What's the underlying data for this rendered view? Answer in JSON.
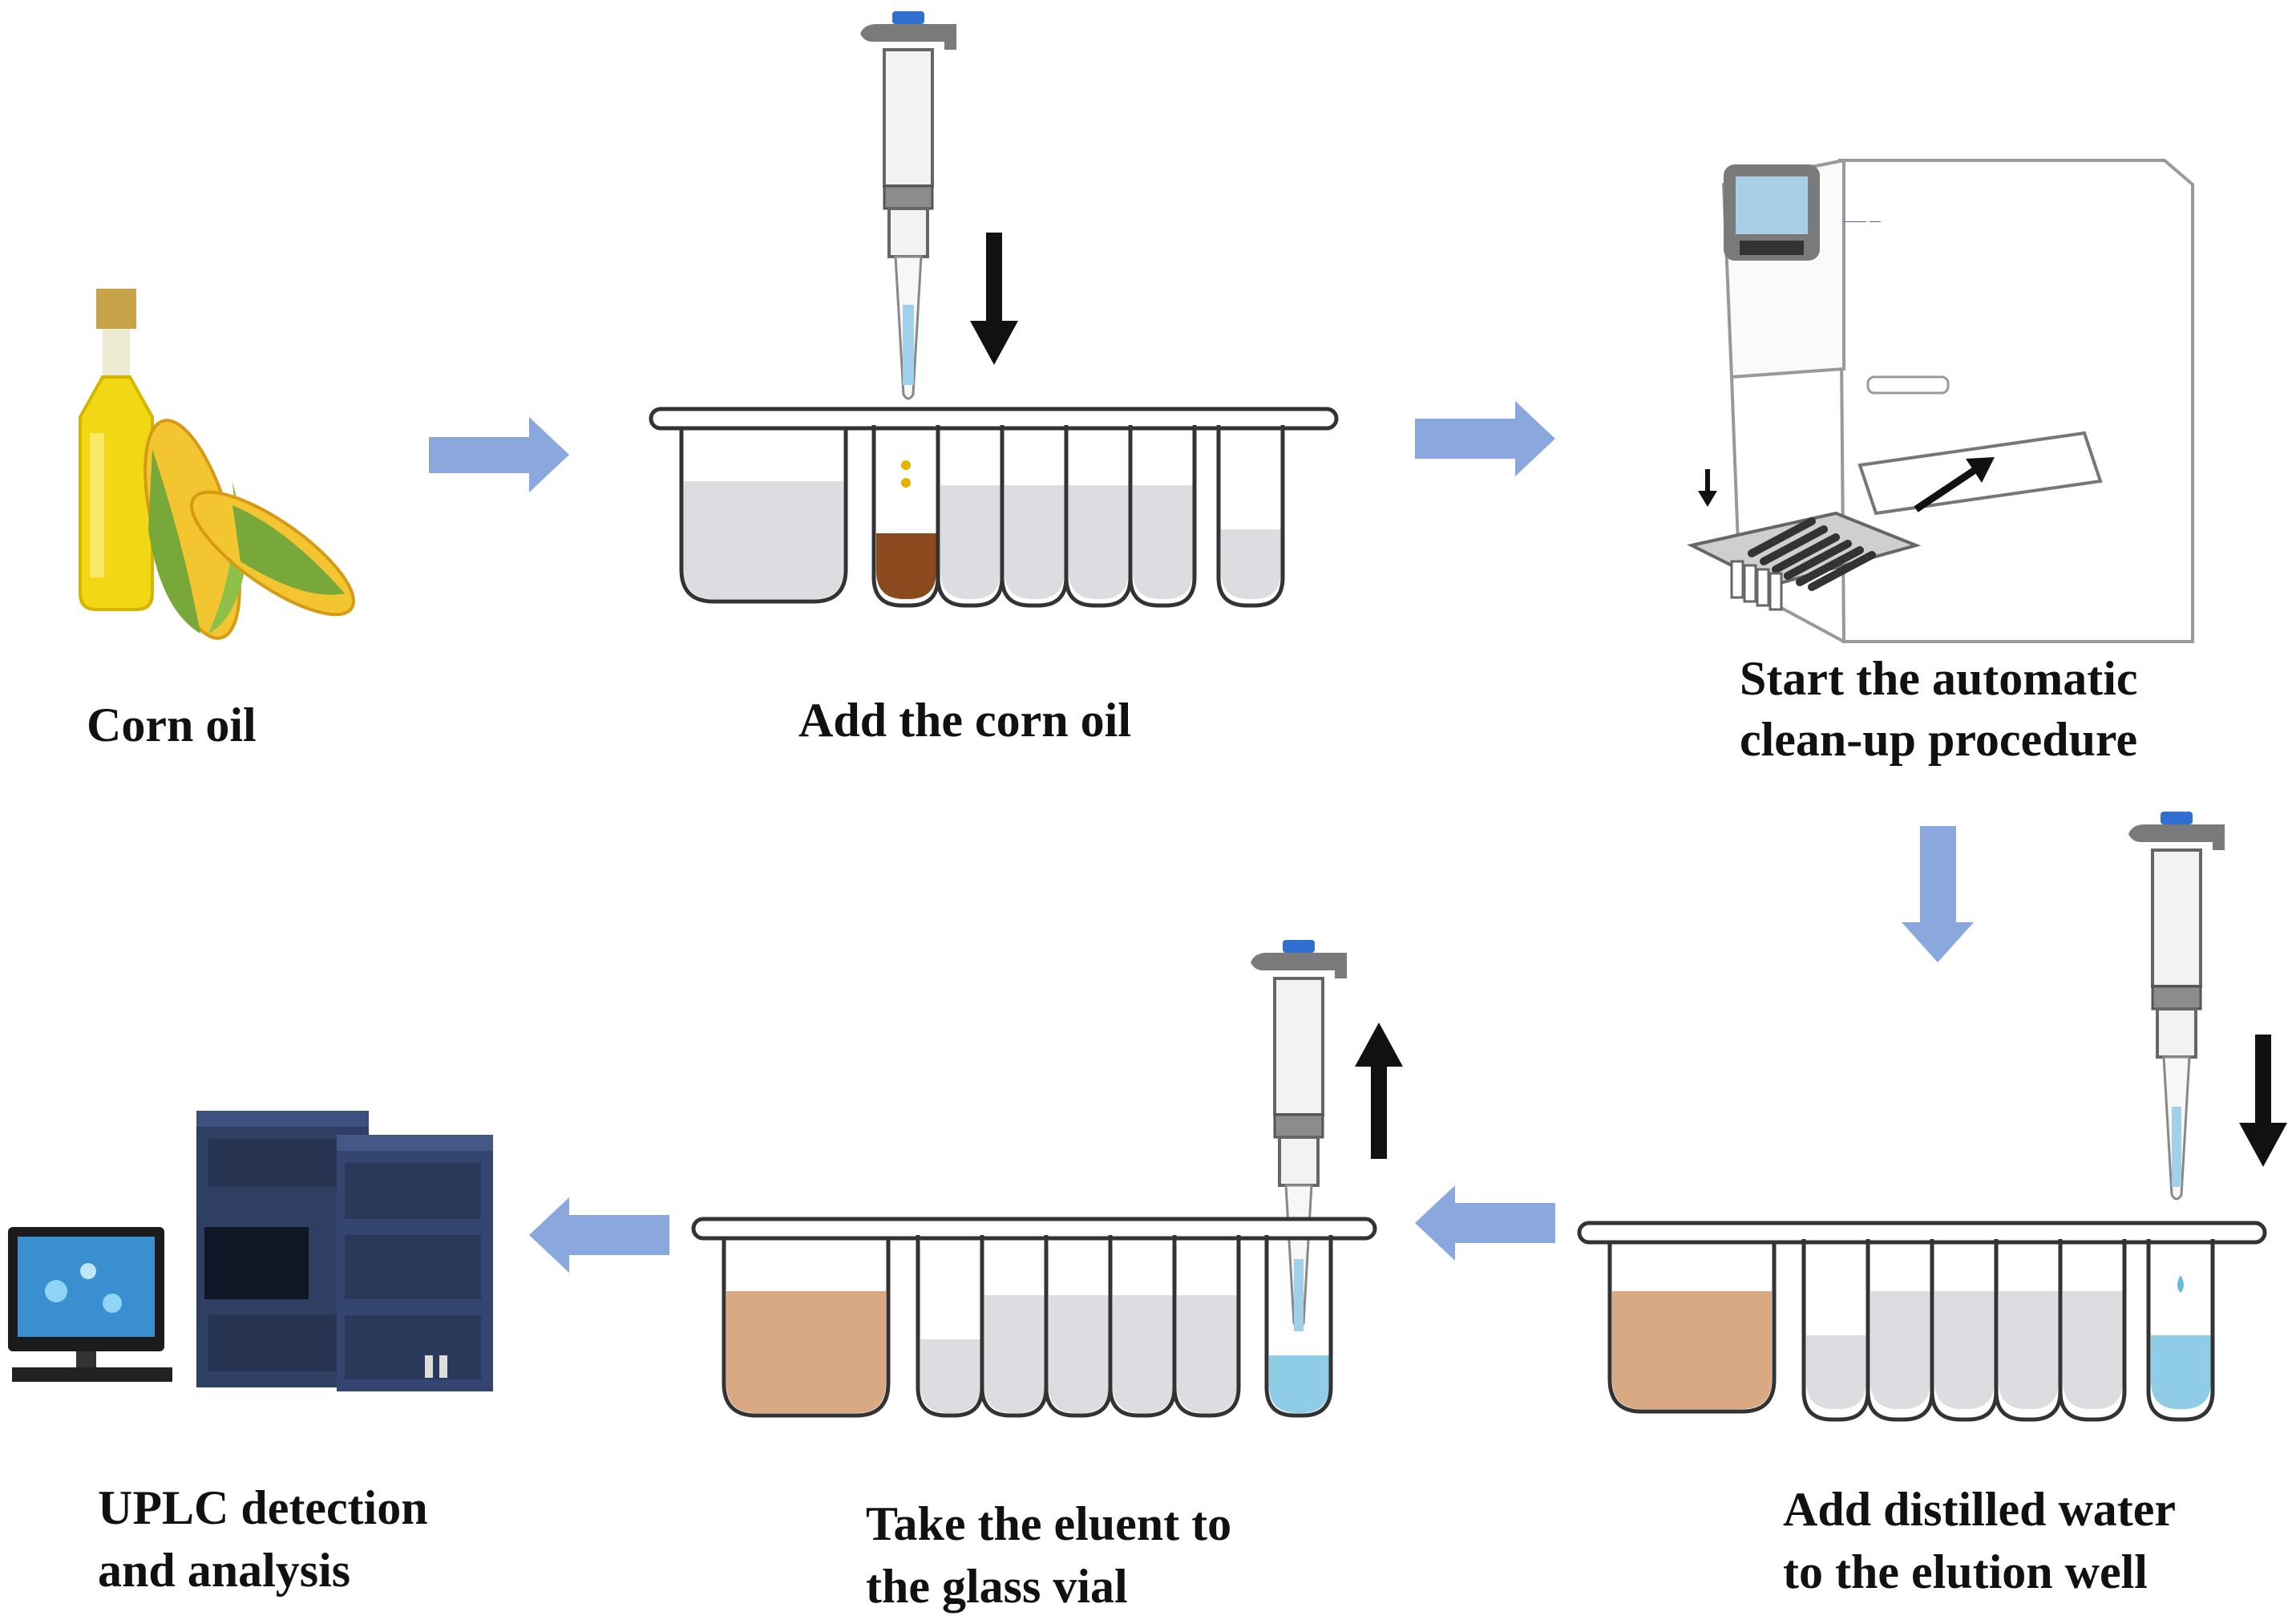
{
  "steps": {
    "corn_oil": {
      "lines": [
        "Corn oil"
      ]
    },
    "add_corn_oil": {
      "lines": [
        "Add the corn oil"
      ]
    },
    "start_cleanup": {
      "lines": [
        "Start the automatic",
        "clean-up procedure"
      ]
    },
    "add_water": {
      "lines": [
        "Add distilled water",
        "to the elution well"
      ]
    },
    "take_eluent": {
      "lines": [
        "Take the eluent to",
        "the glass vial"
      ]
    },
    "uplc": {
      "lines": [
        "UPLC detection",
        "and analysis"
      ]
    }
  },
  "colors": {
    "flow_arrow": "#8aa7de",
    "black_arrow": "#111111",
    "tray_outline": "#333333",
    "liquid_grey": "#dcdde0",
    "corn_oil_brown": "#8b4a1e",
    "eluent_tan": "#d8a982",
    "water_blue": "#8fcde6",
    "oil_yellow": "#f2d814",
    "corn_yellow": "#f3c531",
    "husk_green": "#79a83a",
    "instrument_blue": "#2f3f63"
  },
  "icons": [
    "pipette-icon",
    "well-tray-icon",
    "corn-oil-bottle-icon",
    "cleanup-instrument-icon",
    "uplc-system-icon",
    "computer-monitor-icon"
  ]
}
